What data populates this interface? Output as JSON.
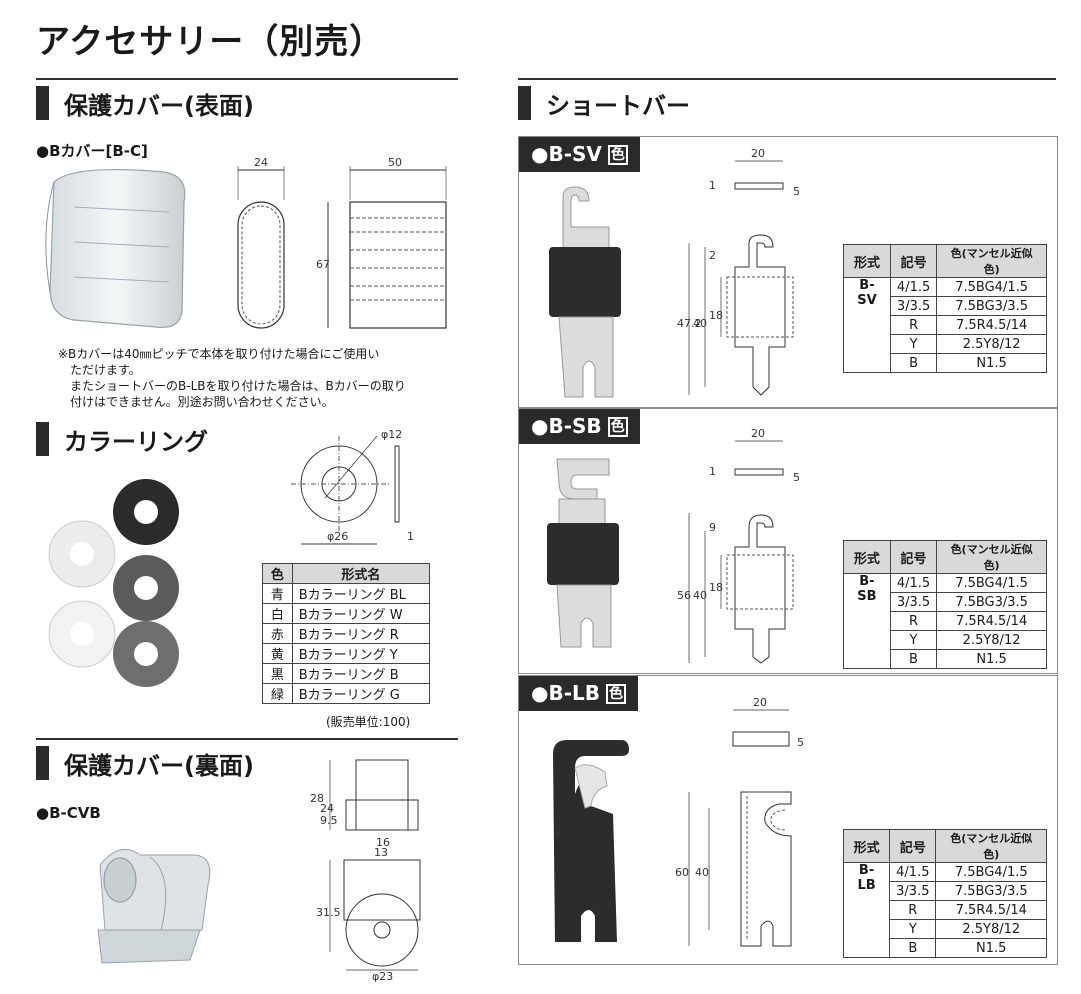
{
  "title": "アクセサリー（別売）",
  "sec_front": {
    "heading": "保護カバー(表面)",
    "sub": "●Bカバー[B-C]",
    "dims": [
      "24",
      "50",
      "67"
    ],
    "note": [
      "※Bカバーは40㎜ピッチで本体を取り付けた場合にご使用い",
      "　ただけます。",
      "　またショートバーのB-LBを取り付けた場合は、Bカバーの取り",
      "　付けはできません。別途お問い合わせください。"
    ]
  },
  "sec_ring": {
    "heading": "カラーリング",
    "dims": [
      "φ12",
      "φ26",
      "1"
    ],
    "table_header": [
      "色",
      "形式名"
    ],
    "rows": [
      [
        "青",
        "Bカラーリング  BL"
      ],
      [
        "白",
        "Bカラーリング  W"
      ],
      [
        "赤",
        "Bカラーリング  R"
      ],
      [
        "黄",
        "Bカラーリング  Y"
      ],
      [
        "黒",
        "Bカラーリング  B"
      ],
      [
        "緑",
        "Bカラーリング  G"
      ]
    ],
    "unit": "(販売単位:100)"
  },
  "sec_back": {
    "heading": "保護カバー(裏面)",
    "sub": "●B-CVB",
    "dims": [
      "28",
      "24",
      "9.5",
      "16",
      "13",
      "31.5",
      "φ23"
    ]
  },
  "sec_short": {
    "heading": "ショートバー",
    "table_header": [
      "形式",
      "記号",
      "色(マンセル近似色)"
    ],
    "panels": [
      {
        "tag": "●B-SV",
        "iro": "色",
        "model": "B-SV",
        "dims": [
          "20",
          "1",
          "5",
          "2",
          "47.2",
          "40",
          "18"
        ],
        "rows": [
          [
            "4/1.5",
            "7.5BG4/1.5"
          ],
          [
            "3/3.5",
            "7.5BG3/3.5"
          ],
          [
            "R",
            "7.5R4.5/14"
          ],
          [
            "Y",
            "2.5Y8/12"
          ],
          [
            "B",
            "N1.5"
          ]
        ]
      },
      {
        "tag": "●B-SB",
        "iro": "色",
        "model": "B-SB",
        "dims": [
          "20",
          "1",
          "5",
          "9",
          "56",
          "40",
          "18"
        ],
        "rows": [
          [
            "4/1.5",
            "7.5BG4/1.5"
          ],
          [
            "3/3.5",
            "7.5BG3/3.5"
          ],
          [
            "R",
            "7.5R4.5/14"
          ],
          [
            "Y",
            "2.5Y8/12"
          ],
          [
            "B",
            "N1.5"
          ]
        ]
      },
      {
        "tag": "●B-LB",
        "iro": "色",
        "model": "B-LB",
        "dims": [
          "20",
          "5",
          "60",
          "40"
        ],
        "rows": [
          [
            "4/1.5",
            "7.5BG4/1.5"
          ],
          [
            "3/3.5",
            "7.5BG3/3.5"
          ],
          [
            "R",
            "7.5R4.5/14"
          ],
          [
            "Y",
            "2.5Y8/12"
          ],
          [
            "B",
            "N1.5"
          ]
        ]
      }
    ]
  }
}
